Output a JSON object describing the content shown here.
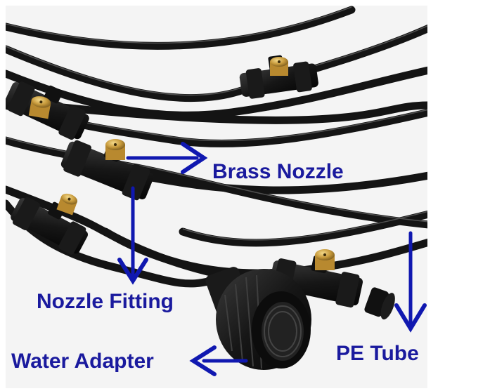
{
  "labels": {
    "brass_nozzle": "Brass Nozzle",
    "nozzle_fitting": "Nozzle Fitting",
    "water_adapter": "Water Adapter",
    "pe_tube": "PE Tube"
  },
  "colors": {
    "label_text": "#1a1a9e",
    "arrow": "#1018b0",
    "tube": "#141414",
    "brass": "#c79a3c",
    "background": "#ffffff"
  }
}
